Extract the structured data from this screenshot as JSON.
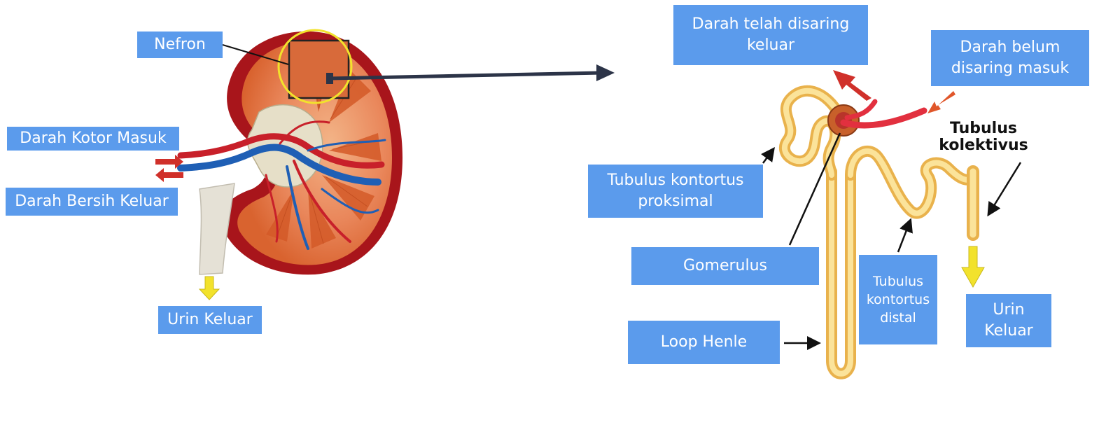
{
  "labels": {
    "nefron": "Nefron",
    "darah_kotor_masuk": "Darah Kotor Masuk",
    "darah_bersih_keluar": "Darah Bersih Keluar",
    "urin_keluar_left": "Urin Keluar",
    "darah_telah_disaring": "Darah telah disaring\nkeluar",
    "darah_belum_disaring": "Darah belum\ndisaring masuk",
    "tubulus_kolektivus": "Tubulus\nkolektivus",
    "tubulus_kontortus_proksimal": "Tubulus kontortus\nproksimal",
    "gomerulus": "Gomerulus",
    "tubulus_kontortus_distal": "Tubulus\nkontortus\ndistal",
    "loop_henle": "Loop Henle",
    "urin_keluar_right": "Urin\nKeluar"
  },
  "colors": {
    "label_bg": "#5b9bec",
    "kidney_outer": "#a8151b",
    "kidney_cortex": "#e9865a",
    "kidney_medulla": "#d9632f",
    "vein_blue": "#1f5fb5",
    "artery_red": "#c8202a",
    "ureter": "#e5e1d6",
    "tubule": "#f6cf6a",
    "highlight_circle": "#f2e22c",
    "arrow_yellow": "#f2e22c",
    "arrow_red": "#d0302a",
    "connector": "#2c3448"
  },
  "icons": {
    "urine_arrow": "yellow-down-arrow",
    "blood_arrows": "red-left-right-arrows"
  }
}
